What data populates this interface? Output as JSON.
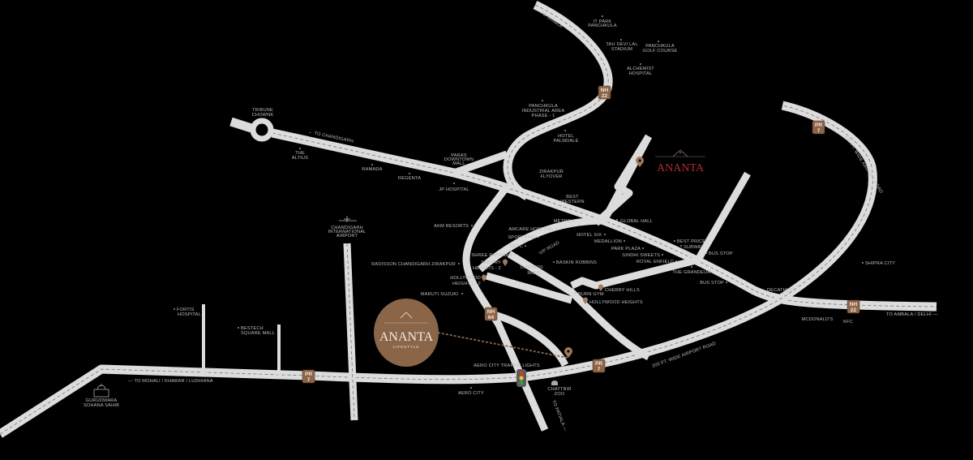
{
  "brand": {
    "name": "ANANTA",
    "sub": "LIFESTYLE",
    "name_color": "#b42a2a",
    "circle_color": "#8a6548"
  },
  "colors": {
    "road": "#dcdcdc",
    "badge": "#8d6447",
    "pin": "#a27a5c",
    "background": "#000000"
  },
  "badges": [
    {
      "l1": "NH",
      "l2": "22"
    },
    {
      "l1": "PR",
      "l2": "7"
    },
    {
      "l1": "NH",
      "l2": "22"
    },
    {
      "l1": "NH",
      "l2": "64"
    },
    {
      "l1": "PR",
      "l2": "7"
    },
    {
      "l1": "PR",
      "l2": "7"
    }
  ],
  "directions": {
    "shimla": "— TO SHIMLA",
    "chandigarh": "← TO CHANDIGARH",
    "ambala": "TO AMBALA / DELHI —",
    "mohali": "— TO MOHALI / KHARAR / LUDHIANA",
    "patiala": "TO PATIALA —",
    "airport_road_1": "200 FT. WIDE AIRPORT ROAD",
    "airport_road_2": "200 FT. WIDE AIRPORT ROAD",
    "vip_road": "VIP ROAD"
  },
  "places": {
    "it_park": [
      "IT PARK",
      "PANCHKULA"
    ],
    "tau_devi": [
      "TAU DEVI LAL",
      "STADIUM"
    ],
    "golf": [
      "PANCHKULA",
      "GOLF COURSE"
    ],
    "alchemist": [
      "ALCHEMIST",
      "HOSPITAL"
    ],
    "industrial": [
      "PANCHKULA",
      "INDUSTRIAL AREA",
      "PHASE - 1"
    ],
    "palmdale": [
      "HOTEL",
      "PALMDALE"
    ],
    "paras": [
      "PARAS",
      "DOWNTOWN",
      "MALL"
    ],
    "jp": "JP HOSPITAL",
    "flyover": [
      "ZIRAKPUR",
      "FLYOVER"
    ],
    "best_western": [
      "BEST",
      "WESTERN"
    ],
    "tribune": [
      "TRIBUNE",
      "CHOWNK"
    ],
    "altius": [
      "THE",
      "ALTIUS"
    ],
    "ramada": "RAMADA",
    "regenta": "REGENTA",
    "airport": [
      "CHANDIGARH",
      "INTERNATIONAL",
      "AIRPORT"
    ],
    "akm": "AKM RESORTS",
    "metro": "METRO",
    "global_hall": "GLOBAL HALL",
    "amcare": "AMCARE HOSPITAL",
    "sportking": "SPORTKING",
    "hotel_six": "HOTEL SIX",
    "medallion": "MEDALLION",
    "hdfc": "HDFC",
    "park_plaza": "PARK PLAZA",
    "best_price": "BEST PRICE",
    "subway": "SUBWAY",
    "shree": "SHREE RATHNAM",
    "sindhi": "SINDHI SWEETS",
    "bus_stop_1": "BUS STOP",
    "radisson": "RADISSON CHANDIGARH ZIRAKPUR",
    "savitry": [
      "SAVITRY",
      "HEIGHTS - 2"
    ],
    "dominos": [
      "DOMINOS",
      "MORE"
    ],
    "baskin": "BASKIN ROBBINS",
    "royal": "ROYAL ENFIELD",
    "grandeur": "THE GRANDEUR",
    "shipra": "SHIPRA CITY",
    "hollywood2": [
      "HOLLYWOOD",
      "HEIGHTS - 2"
    ],
    "bus_stop_2": "BUS STOP",
    "cherry": "CHERRY HILLS",
    "burn": "BURN GYM",
    "maruti": "MARUTI SUZUKI",
    "hollywood": "HOLLYWOOD HEIGHTS",
    "decathlon": "DECATHLON",
    "mcd": "MCDONALD'S",
    "kfc": "KFC",
    "fortis": [
      "FORTIS",
      "HOSPITAL"
    ],
    "bestech": [
      "BESTECH",
      "SQUARE MALL"
    ],
    "gurudwara": [
      "GURUDWARA",
      "SOHANA SAHIB"
    ],
    "traffic": "AERO CITY TRAFFIC LIGHTS",
    "aero_city": "AERO CITY",
    "zoo": [
      "CHATTBIR",
      "ZOO"
    ]
  }
}
